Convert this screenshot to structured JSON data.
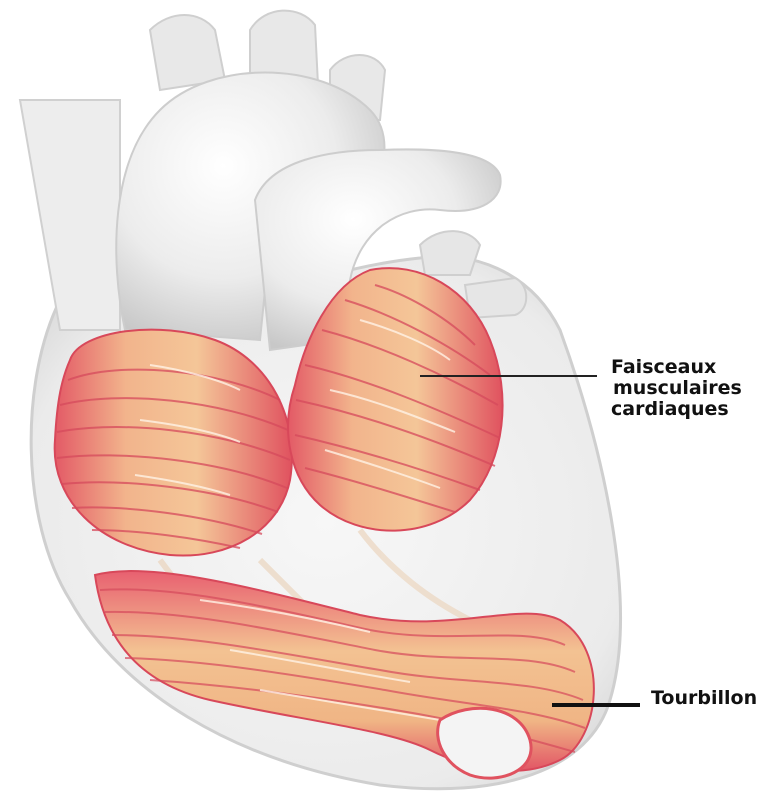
{
  "labels": {
    "muscle_bundles": {
      "line1": "Faisceaux",
      "line2": "musculaires",
      "line3": "cardiaques"
    },
    "vortex": "Tourbillon"
  },
  "colors": {
    "muscle_red": "#e0525f",
    "muscle_tan": "#f0c490",
    "vessel_white": "#ececec",
    "outline_gray": "#c9c9c9",
    "leader_line": "#222222"
  }
}
